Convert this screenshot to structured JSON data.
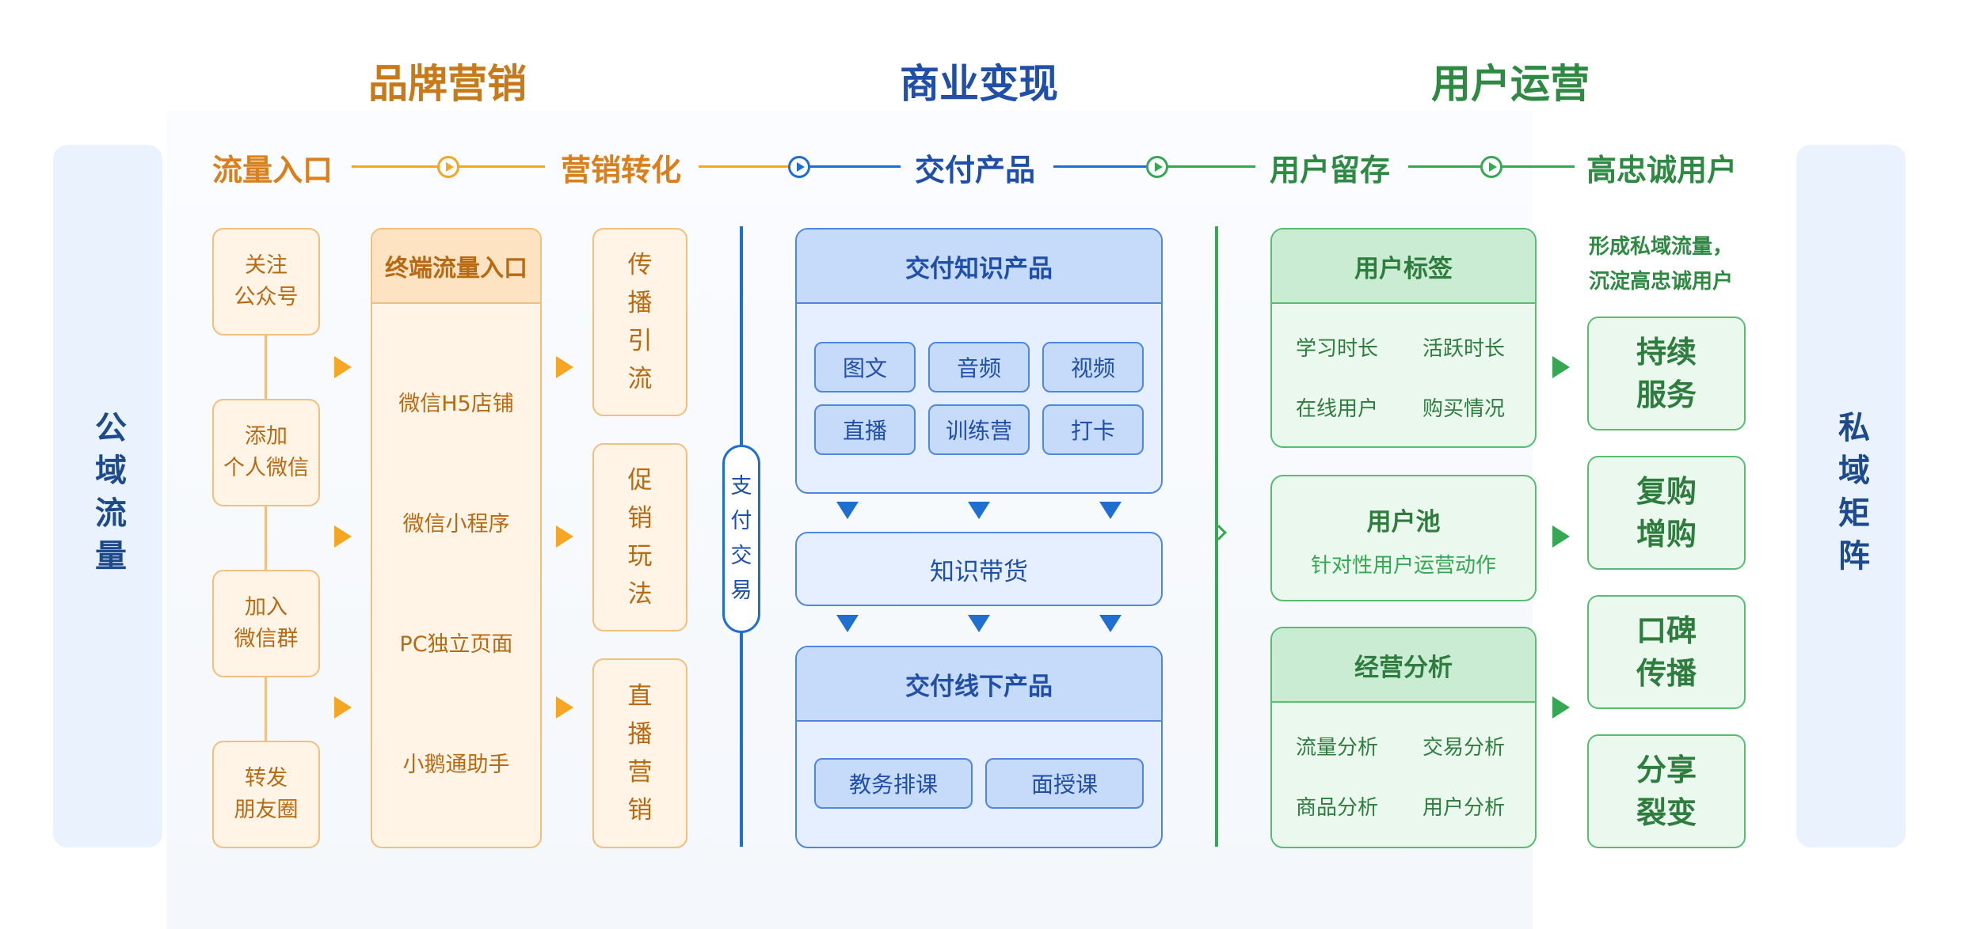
{
  "sections": {
    "brand": "品牌营销",
    "monetize": "商业变现",
    "operation": "用户运营"
  },
  "side": {
    "left": "公域流量",
    "right": "私域矩阵"
  },
  "stages": [
    "流量入口",
    "营销转化",
    "交付产品",
    "用户留存",
    "高忠诚用户"
  ],
  "entry": [
    "关注\n公众号",
    "添加\n个人微信",
    "加入\n微信群",
    "转发\n朋友圈"
  ],
  "terminal": {
    "title": "终端流量入口",
    "items": [
      "微信H5店铺",
      "微信小程序",
      "PC独立页面",
      "小鹅通助手"
    ]
  },
  "marketing": [
    "传\n播\n引\n流",
    "促\n销\n玩\n法",
    "直\n播\n营\n销"
  ],
  "pay": "支\n付\n交\n易",
  "knowledge": {
    "title": "交付知识产品",
    "items": [
      "图文",
      "音频",
      "视频",
      "直播",
      "训练营",
      "打卡"
    ]
  },
  "goods": "知识带货",
  "offline": {
    "title": "交付线下产品",
    "items": [
      "教务排课",
      "面授课"
    ]
  },
  "tags": {
    "title": "用户标签",
    "items": [
      "学习时长",
      "活跃时长",
      "在线用户",
      "购买情况"
    ]
  },
  "pool": {
    "title": "用户池",
    "sub": "针对性用户运营动作"
  },
  "analysis": {
    "title": "经营分析",
    "items": [
      "流量分析",
      "交易分析",
      "商品分析",
      "用户分析"
    ]
  },
  "loyal_note": "形成私域流量，\n沉淀高忠诚用户",
  "loyal": [
    "持续\n服务",
    "复购\n增购",
    "口碑\n传播",
    "分享\n裂变"
  ],
  "colors": {
    "orange": "#f5a623",
    "blue": "#1f6fd1",
    "green": "#34a853"
  }
}
